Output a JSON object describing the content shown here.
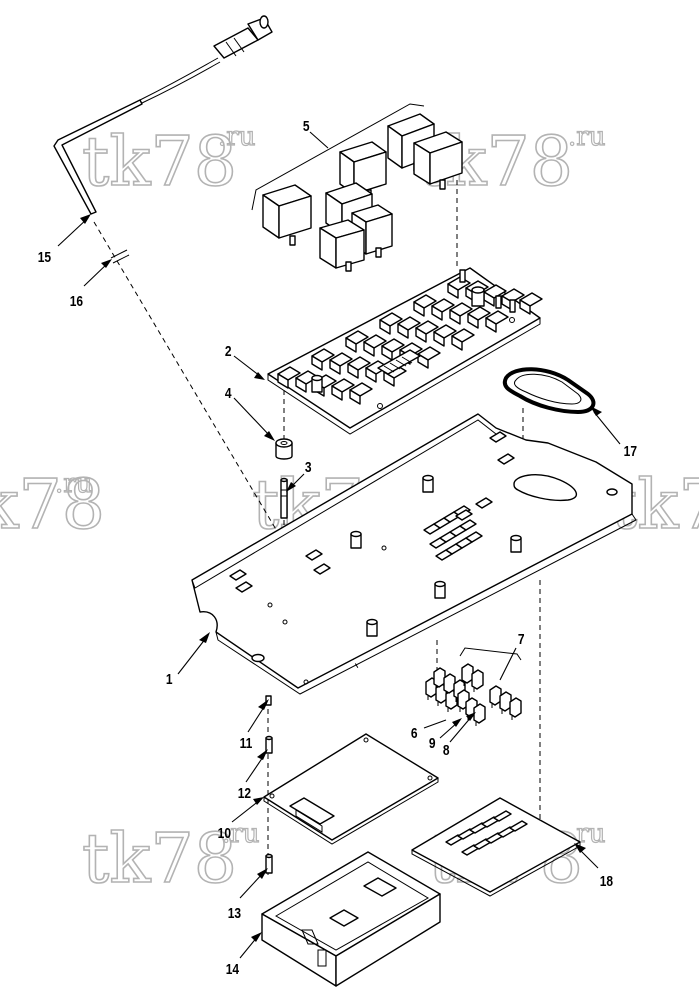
{
  "watermark": {
    "main": "tk78",
    "sub": ".ru"
  },
  "callouts": {
    "c1": "1",
    "c2": "2",
    "c3": "3",
    "c4": "4",
    "c5": "5",
    "c6": "6",
    "c7": "7",
    "c8": "8",
    "c9": "9",
    "c10": "10",
    "c11": "11",
    "c12": "12",
    "c13": "13",
    "c14": "14",
    "c15": "15",
    "c16": "16",
    "c17": "17",
    "c18": "18"
  }
}
